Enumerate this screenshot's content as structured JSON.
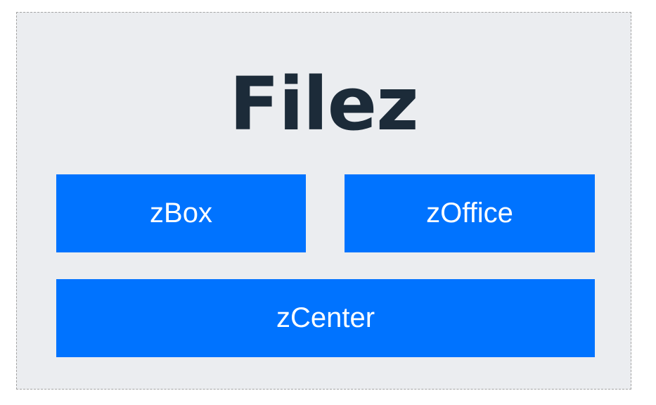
{
  "diagram": {
    "title": "Filez",
    "blocks": {
      "zbox": "zBox",
      "zoffice": "zOffice",
      "zcenter": "zCenter"
    }
  },
  "colors": {
    "frame_background": "#ebedf0",
    "frame_border": "#a3a3a3",
    "title_text": "#1c2b39",
    "block_fill": "#0073ff",
    "block_text": "#ffffff"
  }
}
